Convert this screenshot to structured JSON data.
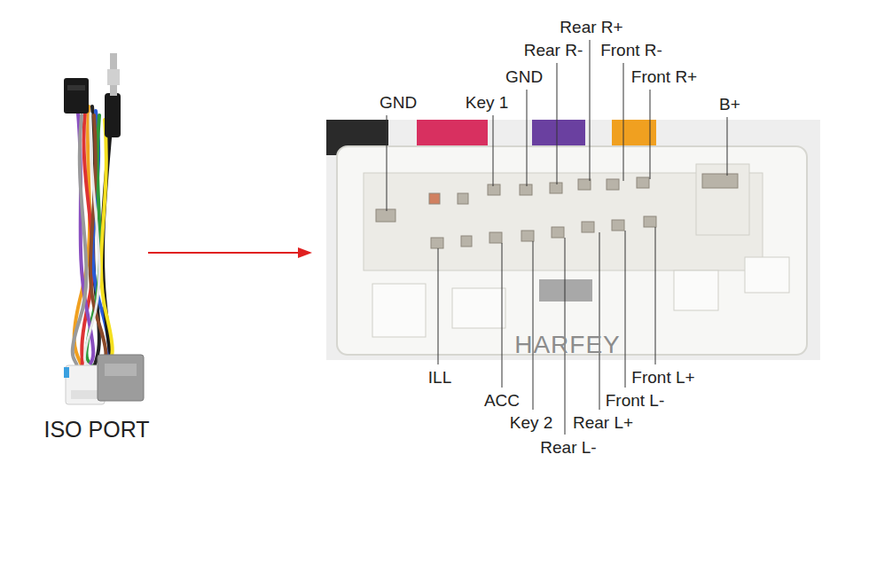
{
  "diagram": {
    "labels": [
      "GND",
      "Key 1",
      "GND",
      "Rear R-",
      "Rear R+",
      "Front R-",
      "Front R+",
      "B+",
      "ILL",
      "ACC",
      "Key 2",
      "Rear L-",
      "Rear L+",
      "Front L-",
      "Front L+",
      "HARFEY",
      "ISO PORT"
    ]
  }
}
